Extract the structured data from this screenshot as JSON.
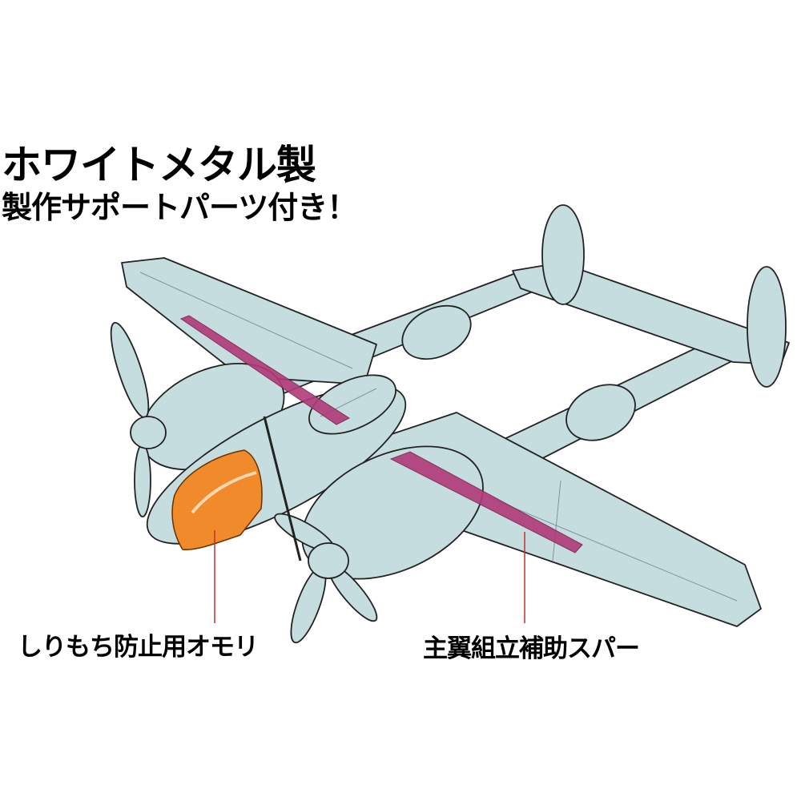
{
  "headline": {
    "line1": "ホワイトメタル製",
    "line2": "製作サポートパーツ付き！"
  },
  "callouts": {
    "weight": "しりもち防止用オモリ",
    "spar": "主翼組立補助スパー"
  },
  "colors": {
    "airframe": "#c6dde0",
    "weight": "#f08a2a",
    "spar": "#b23a78",
    "leader": "#c0302a"
  }
}
